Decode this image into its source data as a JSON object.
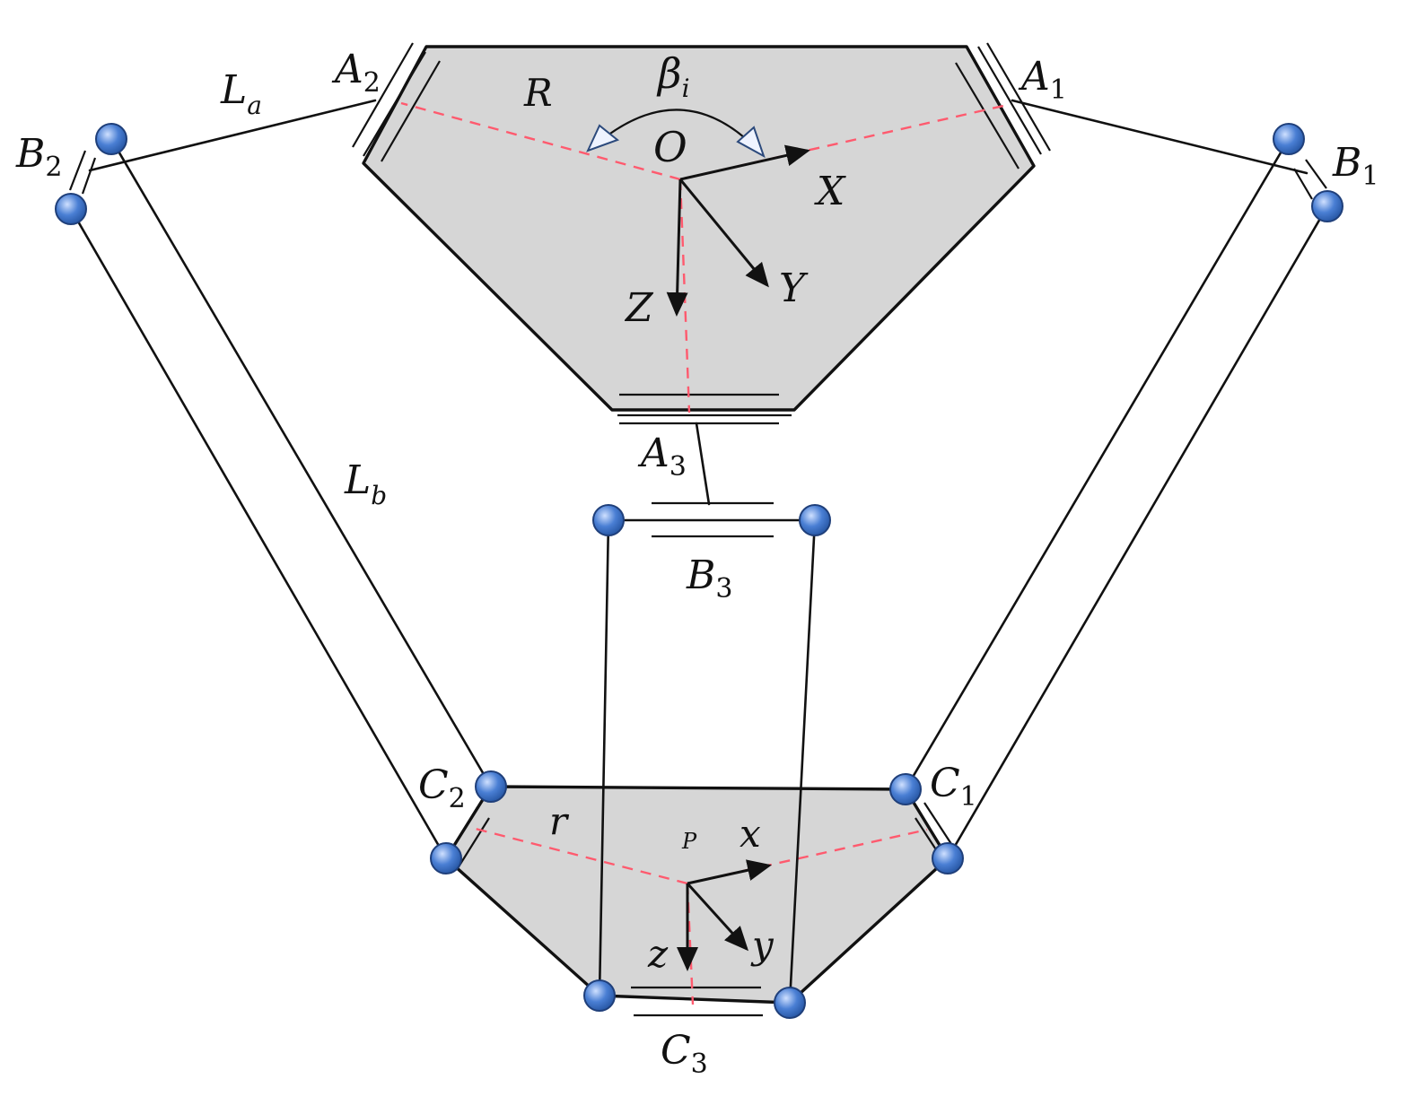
{
  "colors": {
    "plate_fill": "#d6d6d6",
    "line": "#111111",
    "dashed_guide": "#ff5a6e",
    "joint": "#4a7fd4",
    "joint_highlight": "#cfe0ff",
    "joint_stroke": "#1f3f7a",
    "angle_marker": "#2c4a7c"
  },
  "labels": {
    "A1": {
      "main": "A",
      "sub": "1"
    },
    "A2": {
      "main": "A",
      "sub": "2"
    },
    "A3": {
      "main": "A",
      "sub": "3"
    },
    "B1": {
      "main": "B",
      "sub": "1"
    },
    "B2": {
      "main": "B",
      "sub": "2"
    },
    "B3": {
      "main": "B",
      "sub": "3"
    },
    "C1": {
      "main": "C",
      "sub": "1"
    },
    "C2": {
      "main": "C",
      "sub": "2"
    },
    "C3": {
      "main": "C",
      "sub": "3"
    },
    "La": {
      "main": "L",
      "sub": "a"
    },
    "Lb": {
      "main": "L",
      "sub": "b"
    },
    "beta": {
      "main": "β",
      "sub": "i"
    },
    "R": "R",
    "O": "O",
    "X": "X",
    "Y": "Y",
    "Z": "Z",
    "r": "r",
    "P": "P",
    "x": "x",
    "y": "y",
    "z": "z"
  },
  "icons": {
    "joint": "sphere-joint-icon",
    "angle_marker": "triangle-arrowhead-icon"
  }
}
